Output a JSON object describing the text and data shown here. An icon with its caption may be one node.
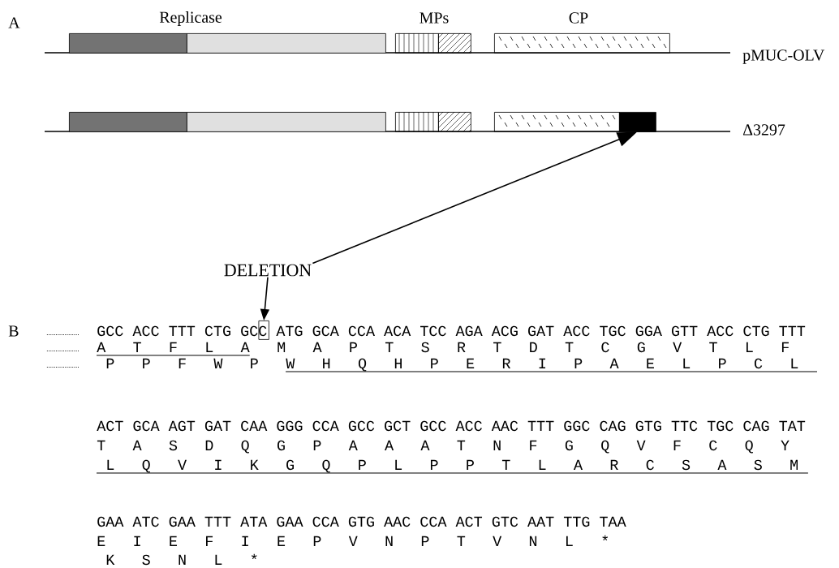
{
  "diagram": {
    "nodes": [
      {
        "text": [],
        "shape": "box"
      },
      {
        "text": [],
        "shape": "box"
      },
      {
        "text": [],
        "shape": "box"
      },
      {
        "text": [],
        "shape": "box"
      },
      {
        "text": [],
        "shape": "box"
      },
      {
        "text": [],
        "shape": "box"
      },
      {
        "text": [],
        "shape": "box"
      },
      {
        "text": [],
        "shape": "box"
      },
      {
        "text": [],
        "shape": "box"
      },
      {
        "text": [],
        "shape": "box"
      },
      {
        "text": [],
        "shape": "box"
      },
      {
        "text": [
          "DELETION"
        ]
      },
      {
        "text": [],
        "shape": "box"
      }
    ],
    "edges": [
      {
        "from": 11,
        "to": 12,
        "arrow": "to"
      },
      {
        "from": 11,
        "to": 10,
        "arrow": "to"
      }
    ],
    "labels": [
      "A",
      "Replicase",
      "MPs",
      "CP",
      "pMUC-OLV",
      "Δ3297",
      "B",
      "..................",
      "GCC ACC TTT CTG GCC ATG GCA CCA ACA TCC AGA ACG GAT ACC TGC GGA GTT ACC CTG TTT",
      "..................",
      "A T F L A",
      "M A P T S R T D T C G V T L F",
      "..................",
      "P P F W P",
      "W H Q H P E R I P A E L P C L",
      "ACT GCA AGT GAT CAA GGG CCA GCC GCT GCC ACC AAC TTT GGC CAG GTG TTC TGC CAG TAT",
      "T A S D Q G P A A A T N F G Q V F C Q Y",
      "L Q V I K G Q P L P P T L A R C S A S M",
      "GAA ATC GAA TTT ATA GAA CCA GTG AAC CCA ACT GTC AAT TTG TAA",
      "E I E F I E P V N P T V N L *",
      "K S N L *"
    ]
  }
}
